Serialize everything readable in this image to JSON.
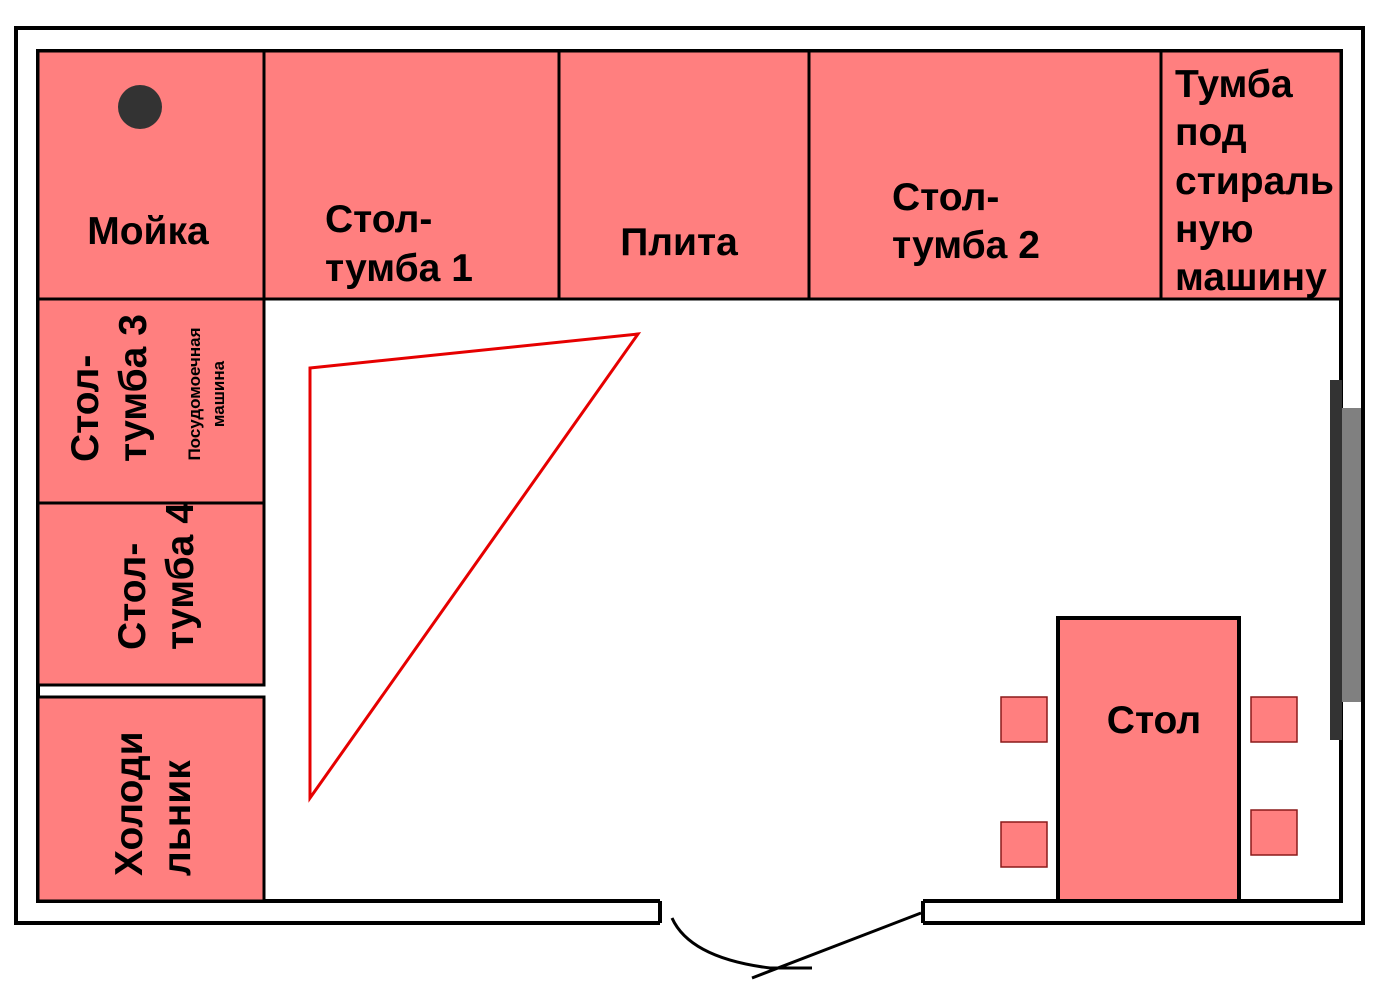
{
  "colors": {
    "furniture_fill": "#ff7f7f",
    "outline": "#000000",
    "work_triangle": "#e60000",
    "window": "#808080"
  },
  "labels": {
    "sink": "Мойка",
    "cabinet1_line1": "Стол-",
    "cabinet1_line2": "тумба 1",
    "stove": "Плита",
    "cabinet2_line1": "Стол-",
    "cabinet2_line2": "тумба 2",
    "washer_line1": "Тумба",
    "washer_line2": "под",
    "washer_line3": "стираль",
    "washer_line4": "ную",
    "washer_line5": "машину",
    "cabinet3_line1": "Стол-",
    "cabinet3_line2": "тумба 3",
    "dishwasher_line1": "Посудомоечная",
    "dishwasher_line2": "машина",
    "cabinet4_line1": "Стол-",
    "cabinet4_line2": "тумба 4",
    "fridge_line1": "Холоди",
    "fridge_line2": "льник",
    "table": "Стол"
  }
}
